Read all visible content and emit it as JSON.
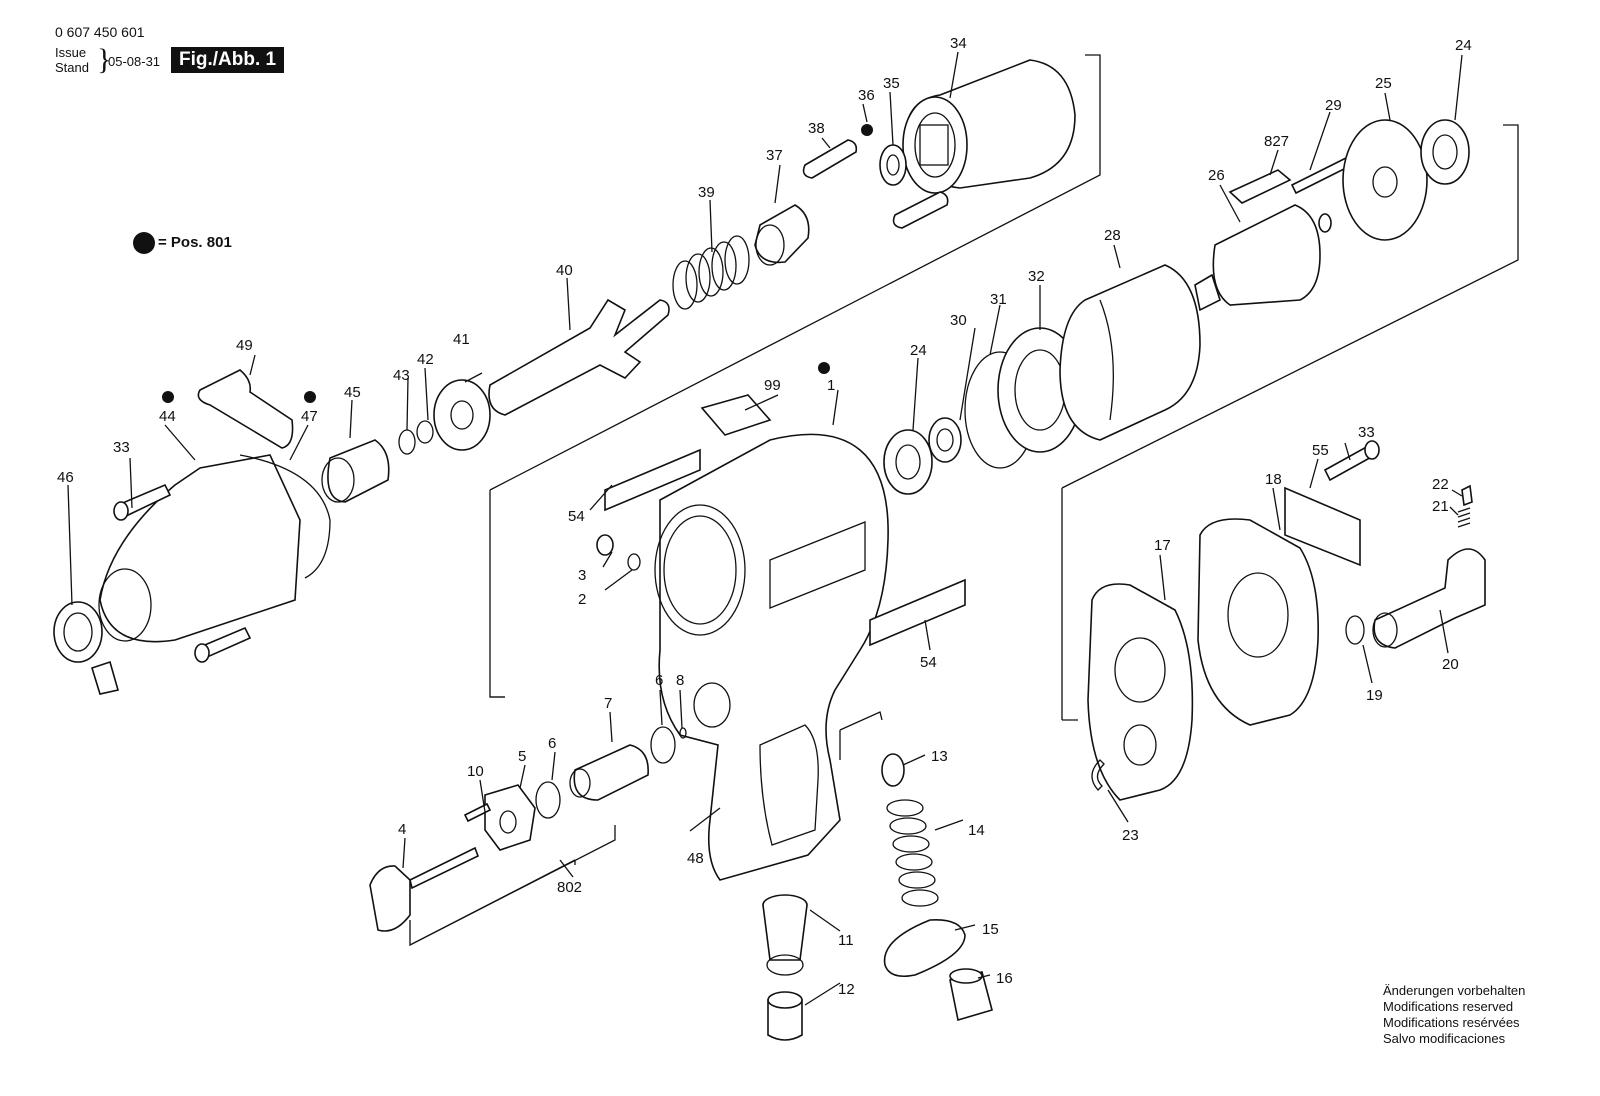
{
  "header": {
    "part_number": "0 607 450 601",
    "issue_label": "Issue",
    "stand_label": "Stand",
    "date": "05-08-31",
    "figure_label": "Fig./Abb. 1"
  },
  "legend": {
    "text": "= Pos. 801"
  },
  "notes": [
    "Änderungen vorbehalten",
    "Modifications reserved",
    "Modifications resérvées",
    "Salvo modificaciones"
  ],
  "callouts": {
    "p34": "34",
    "p36": "36",
    "p35": "35",
    "p38": "38",
    "p37": "37",
    "p39": "39",
    "p40": "40",
    "p24a": "24",
    "p25": "25",
    "p29": "29",
    "p827": "827",
    "p26": "26",
    "p28": "28",
    "p32": "32",
    "p31": "31",
    "p30": "30",
    "p24b": "24",
    "p99": "99",
    "p1": "1",
    "p49": "49",
    "p41": "41",
    "p42": "42",
    "p43": "43",
    "p45": "45",
    "p44": "44",
    "p47": "47",
    "p33a": "33",
    "p46": "46",
    "p54a": "54",
    "p3": "3",
    "p2": "2",
    "p54b": "54",
    "p33b": "33",
    "p55": "55",
    "p18": "18",
    "p22": "22",
    "p21": "21",
    "p17": "17",
    "p20": "20",
    "p19": "19",
    "p23": "23",
    "p8": "8",
    "p6a": "6",
    "p7": "7",
    "p6b": "6",
    "p5": "5",
    "p10": "10",
    "p4": "4",
    "p802": "802",
    "p48": "48",
    "p13": "13",
    "p14": "14",
    "p15": "15",
    "p16": "16",
    "p11": "11",
    "p12": "12"
  }
}
